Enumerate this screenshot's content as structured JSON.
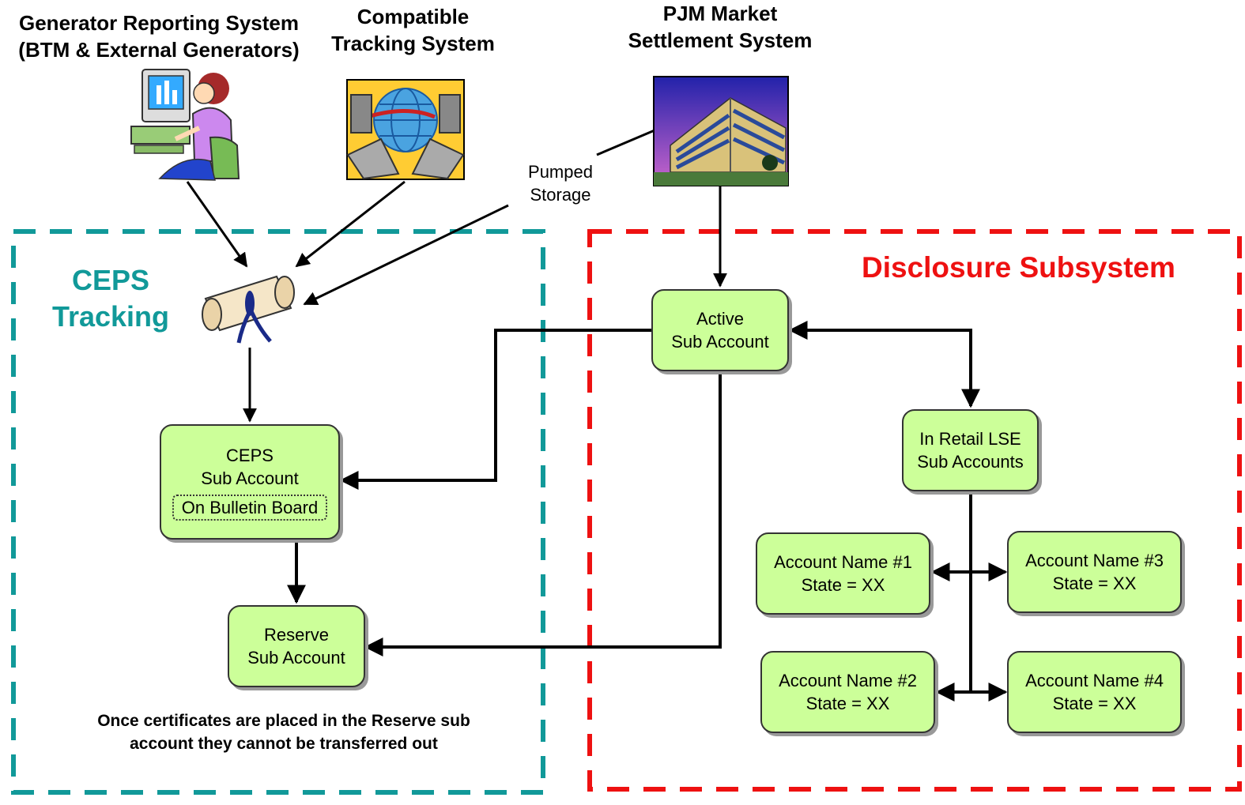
{
  "sources": {
    "generator": {
      "line1": "Generator Reporting System",
      "line2": "(BTM & External Generators)"
    },
    "compatible": {
      "line1": "Compatible",
      "line2": "Tracking System"
    },
    "pjm": {
      "line1": "PJM Market",
      "line2": "Settlement System"
    }
  },
  "pumped_storage": {
    "line1": "Pumped",
    "line2": "Storage"
  },
  "regions": {
    "ceps": {
      "line1": "CEPS",
      "line2": "Tracking",
      "color": "#119999"
    },
    "disclosure": {
      "title": "Disclosure Subsystem",
      "color": "#ee1111"
    }
  },
  "nodes": {
    "ceps_sub": {
      "line1": "CEPS",
      "line2": "Sub Account",
      "tag": "On Bulletin Board"
    },
    "reserve_sub": {
      "line1": "Reserve",
      "line2": "Sub Account"
    },
    "active_sub": {
      "line1": "Active",
      "line2": "Sub Account"
    },
    "retail_lse": {
      "line1": "In Retail LSE",
      "line2": "Sub Accounts"
    },
    "account1": {
      "line1": "Account Name #1",
      "line2": "State = XX"
    },
    "account2": {
      "line1": "Account Name #2",
      "line2": "State = XX"
    },
    "account3": {
      "line1": "Account Name #3",
      "line2": "State = XX"
    },
    "account4": {
      "line1": "Account Name #4",
      "line2": "State = XX"
    }
  },
  "note": {
    "line1": "Once certificates are placed in the Reserve sub",
    "line2": "account they cannot be transferred out"
  },
  "icons": {
    "generator": "person-at-computer-icon",
    "compatible": "globe-computers-icon",
    "pjm": "office-building-icon",
    "certificate": "scroll-certificate-icon"
  }
}
